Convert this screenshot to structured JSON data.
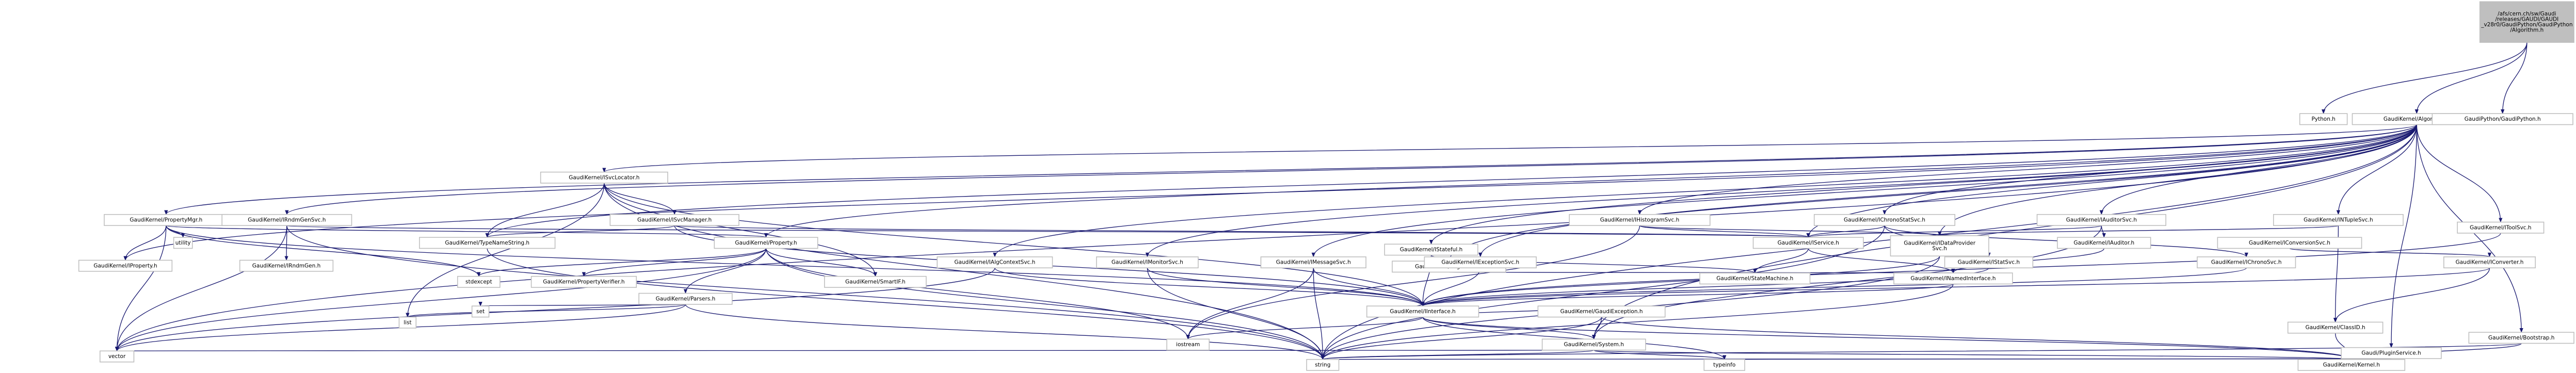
{
  "colors": {
    "root_fill": "#bfbfbf",
    "root_stroke": "#000000",
    "doc_fill": "#ffffff",
    "doc_stroke": "#000000",
    "nodoc_stroke": "#bfbfbf",
    "missing_stroke": "#ff0000",
    "text": "#000000",
    "edge": "#191970"
  },
  "nodes": [
    {
      "id": "root",
      "lines": [
        "/afs/cern.ch/sw/Gaudi",
        "/releases/GAUDI/GAUDI",
        "_v28r0/GaudiPython/GaudiPython",
        "/Algorithm.h"
      ],
      "kind": "root"
    },
    {
      "id": "python",
      "lines": [
        "Python.h"
      ],
      "kind": "nodoc"
    },
    {
      "id": "algorithm",
      "lines": [
        "GaudiKernel/Algorithm.h"
      ],
      "kind": "doc"
    },
    {
      "id": "gp_gaudipython",
      "lines": [
        "GaudiPython/GaudiPython.h"
      ],
      "kind": "doc"
    },
    {
      "id": "isvclocator",
      "lines": [
        "GaudiKernel/ISvcLocator.h"
      ],
      "kind": "doc"
    },
    {
      "id": "propertymgr",
      "lines": [
        "GaudiKernel/PropertyMgr.h"
      ],
      "kind": "doc"
    },
    {
      "id": "irndmgensvc",
      "lines": [
        "GaudiKernel/IRndmGenSvc.h"
      ],
      "kind": "doc"
    },
    {
      "id": "isvcmanager",
      "lines": [
        "GaudiKernel/ISvcManager.h"
      ],
      "kind": "missing"
    },
    {
      "id": "utility",
      "lines": [
        "utility"
      ],
      "kind": "nodoc"
    },
    {
      "id": "typenamestring",
      "lines": [
        "GaudiKernel/TypeNameString.h"
      ],
      "kind": "missing"
    },
    {
      "id": "property",
      "lines": [
        "GaudiKernel/Property.h"
      ],
      "kind": "missing"
    },
    {
      "id": "ihistogramsvc",
      "lines": [
        "GaudiKernel/IHistogramSvc.h"
      ],
      "kind": "doc"
    },
    {
      "id": "ichronostatsvc",
      "lines": [
        "GaudiKernel/IChronoStatSvc.h"
      ],
      "kind": "doc"
    },
    {
      "id": "iauditorsvc",
      "lines": [
        "GaudiKernel/IAuditorSvc.h"
      ],
      "kind": "doc"
    },
    {
      "id": "intuplesvc",
      "lines": [
        "GaudiKernel/INTupleSvc.h"
      ],
      "kind": "doc"
    },
    {
      "id": "iservice",
      "lines": [
        "GaudiKernel/IService.h"
      ],
      "kind": "doc"
    },
    {
      "id": "idataprovidersvc",
      "lines": [
        "GaudiKernel/IDataProvider",
        "Svc.h"
      ],
      "kind": "doc"
    },
    {
      "id": "iauditor",
      "lines": [
        "GaudiKernel/IAuditor.h"
      ],
      "kind": "doc"
    },
    {
      "id": "iconversionsvc",
      "lines": [
        "GaudiKernel/IConversionSvc.h"
      ],
      "kind": "doc"
    },
    {
      "id": "iproperty",
      "lines": [
        "GaudiKernel/IProperty.h"
      ],
      "kind": "doc"
    },
    {
      "id": "irndmgen",
      "lines": [
        "GaudiKernel/IRndmGen.h"
      ],
      "kind": "doc"
    },
    {
      "id": "stdexcept",
      "lines": [
        "stdexcept"
      ],
      "kind": "nodoc"
    },
    {
      "id": "propertyverifier",
      "lines": [
        "GaudiKernel/PropertyVerifier.h"
      ],
      "kind": "missing"
    },
    {
      "id": "parsers",
      "lines": [
        "GaudiKernel/Parsers.h"
      ],
      "kind": "missing"
    },
    {
      "id": "smartif",
      "lines": [
        "GaudiKernel/SmartIF.h"
      ],
      "kind": "doc"
    },
    {
      "id": "istatefulh",
      "lines": [
        "GaudiKernel/IStateful.h"
      ],
      "kind": "doc"
    },
    {
      "id": "ialgorithm",
      "lines": [
        "GaudiKernel/IAlgorithm.h"
      ],
      "kind": "doc"
    },
    {
      "id": "inamedinterface",
      "lines": [
        "GaudiKernel/INamedInterface.h"
      ],
      "kind": "doc"
    },
    {
      "id": "ialgcontextsvc",
      "lines": [
        "GaudiKernel/IAlgContextSvc.h"
      ],
      "kind": "doc"
    },
    {
      "id": "imonitorsvc",
      "lines": [
        "GaudiKernel/IMonitorSvc.h"
      ],
      "kind": "doc"
    },
    {
      "id": "imessagesvc",
      "lines": [
        "GaudiKernel/IMessageSvc.h"
      ],
      "kind": "doc"
    },
    {
      "id": "iexceptionsvc",
      "lines": [
        "GaudiKernel/IExceptionSvc.h"
      ],
      "kind": "doc"
    },
    {
      "id": "statemachine",
      "lines": [
        "GaudiKernel/StateMachine.h"
      ],
      "kind": "doc"
    },
    {
      "id": "istatsvc",
      "lines": [
        "GaudiKernel/IStatSvc.h"
      ],
      "kind": "doc"
    },
    {
      "id": "ichronosvc",
      "lines": [
        "GaudiKernel/IChronoSvc.h"
      ],
      "kind": "doc"
    },
    {
      "id": "iconverter",
      "lines": [
        "GaudiKernel/IConverter.h"
      ],
      "kind": "doc"
    },
    {
      "id": "itoolsvc",
      "lines": [
        "GaudiKernel/IToolSvc.h"
      ],
      "kind": "doc"
    },
    {
      "id": "list",
      "lines": [
        "list"
      ],
      "kind": "nodoc"
    },
    {
      "id": "set",
      "lines": [
        "set"
      ],
      "kind": "nodoc"
    },
    {
      "id": "iinterface",
      "lines": [
        "GaudiKernel/IInterface.h"
      ],
      "kind": "missing"
    },
    {
      "id": "gaudiexception",
      "lines": [
        "GaudiKernel/GaudiException.h"
      ],
      "kind": "missing"
    },
    {
      "id": "iclassid",
      "lines": [
        "GaudiKernel/ClassID.h"
      ],
      "kind": "doc"
    },
    {
      "id": "iostream",
      "lines": [
        "iostream"
      ],
      "kind": "nodoc"
    },
    {
      "id": "system",
      "lines": [
        "GaudiKernel/System.h"
      ],
      "kind": "missing"
    },
    {
      "id": "pluginservice",
      "lines": [
        "Gaudi/PluginService.h"
      ],
      "kind": "missing"
    },
    {
      "id": "bootstrap",
      "lines": [
        "GaudiKernel/Bootstrap.h"
      ],
      "kind": "doc"
    },
    {
      "id": "vector",
      "lines": [
        "vector"
      ],
      "kind": "nodoc"
    },
    {
      "id": "string",
      "lines": [
        "string"
      ],
      "kind": "nodoc"
    },
    {
      "id": "typeinfo",
      "lines": [
        "typeinfo"
      ],
      "kind": "nodoc"
    },
    {
      "id": "kernel",
      "lines": [
        "GaudiKernel/Kernel.h"
      ],
      "kind": "doc"
    }
  ]
}
